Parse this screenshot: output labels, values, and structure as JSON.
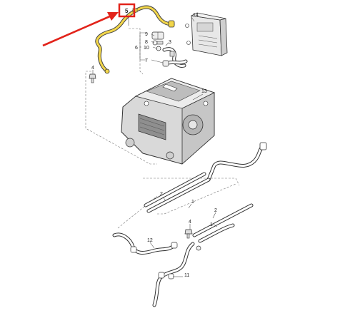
{
  "colors": {
    "highlight_pipe": "#f2d64a",
    "callout_box": "#e2231a",
    "arrow": "#e2231a"
  },
  "callouts": {
    "c5": "5",
    "c14": "14",
    "c9": "9",
    "c8": "8",
    "c10": "10",
    "c6": "6",
    "c3": "3",
    "c7": "7",
    "c4a": "4",
    "c13": "13",
    "c2a": "2",
    "c1a": "1",
    "c2b": "2",
    "c1b": "1",
    "c4b": "4",
    "c12": "12",
    "c11": "11"
  }
}
